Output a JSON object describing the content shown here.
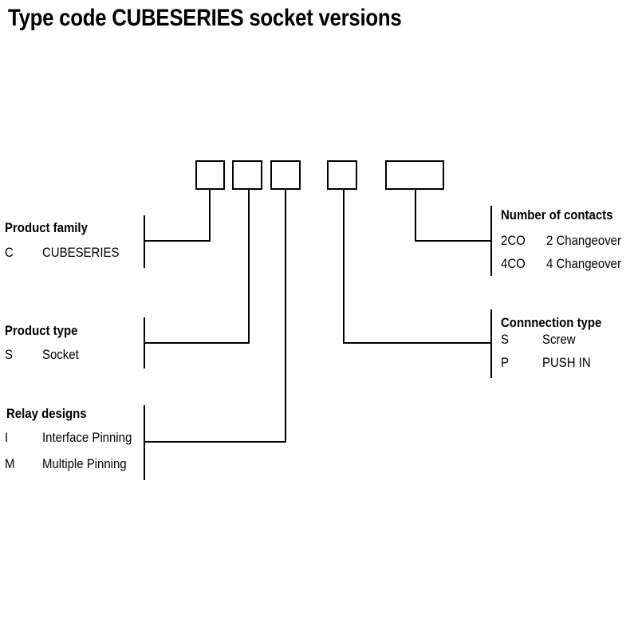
{
  "title": "Type code CUBESERIES socket versions",
  "groups": {
    "product_family": {
      "heading": "Product family",
      "options": [
        {
          "code": "C",
          "label": "CUBESERIES"
        }
      ]
    },
    "product_type": {
      "heading": "Product type",
      "options": [
        {
          "code": "S",
          "label": "Socket"
        }
      ]
    },
    "relay_designs": {
      "heading": "Relay designs",
      "options": [
        {
          "code": "I",
          "label": "Interface Pinning"
        },
        {
          "code": "M",
          "label": "Multiple Pinning"
        }
      ]
    },
    "number_of_contacts": {
      "heading": "Number of contacts",
      "options": [
        {
          "code": "2CO",
          "label": "2 Changeover"
        },
        {
          "code": "4CO",
          "label": "4 Changeover"
        }
      ]
    },
    "connection_type": {
      "heading": "Connnection type",
      "options": [
        {
          "code": "S",
          "label": "Screw"
        },
        {
          "code": "P",
          "label": "PUSH IN"
        }
      ]
    }
  }
}
